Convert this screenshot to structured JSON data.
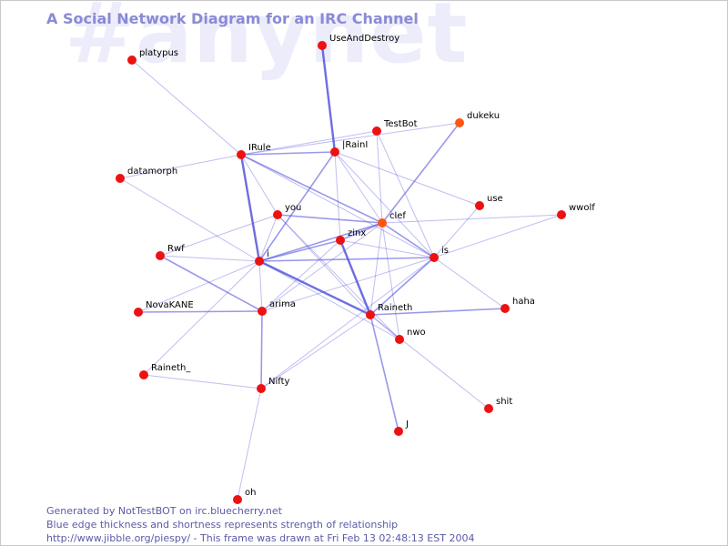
{
  "watermark": "#anynet",
  "title": "A Social Network Diagram for an IRC Channel",
  "footer": {
    "line1": "Generated by NotTestBOT on irc.bluecherry.net",
    "line2": "Blue edge thickness and shortness represents strength of relationship",
    "line3": "http://www.jibble.org/piespy/ - This frame was drawn at Fri Feb 13 02:48:13 EST 2004"
  },
  "colors": {
    "node": "#ee1111",
    "node_recent": "#ff5511",
    "edge": "#5555dd"
  },
  "nodes": [
    {
      "id": "UseAndDestroy",
      "label": "UseAndDestroy"
    },
    {
      "id": "platypus",
      "label": "platypus"
    },
    {
      "id": "TestBot",
      "label": "TestBot"
    },
    {
      "id": "dukeku",
      "label": "dukeku",
      "recent": true
    },
    {
      "id": "IRule",
      "label": "IRule"
    },
    {
      "id": "IRainI",
      "label": "|RainI"
    },
    {
      "id": "datamorph",
      "label": "datamorph"
    },
    {
      "id": "use",
      "label": "use"
    },
    {
      "id": "wwolf",
      "label": "wwolf"
    },
    {
      "id": "you",
      "label": "you"
    },
    {
      "id": "clef",
      "label": "clef",
      "recent": true
    },
    {
      "id": "zinx",
      "label": "zinx"
    },
    {
      "id": "Rwf",
      "label": "Rwf"
    },
    {
      "id": "is",
      "label": "is"
    },
    {
      "id": "i",
      "label": "i"
    },
    {
      "id": "NovaKANE",
      "label": "NovaKANE"
    },
    {
      "id": "arima",
      "label": "arima"
    },
    {
      "id": "Raineth",
      "label": "Raineth"
    },
    {
      "id": "haha",
      "label": "haha"
    },
    {
      "id": "nwo",
      "label": "nwo"
    },
    {
      "id": "Raineth_",
      "label": "Raineth_"
    },
    {
      "id": "Nifty",
      "label": "Nifty"
    },
    {
      "id": "shit",
      "label": "shit"
    },
    {
      "id": "J",
      "label": "J"
    },
    {
      "id": "oh",
      "label": "oh"
    }
  ],
  "edges": [
    {
      "from": "UseAndDestroy",
      "to": "IRainI",
      "strength": 3
    },
    {
      "from": "platypus",
      "to": "IRule",
      "strength": 1
    },
    {
      "from": "TestBot",
      "to": "IRule",
      "strength": 1
    },
    {
      "from": "TestBot",
      "to": "clef",
      "strength": 1
    },
    {
      "from": "TestBot",
      "to": "is",
      "strength": 1
    },
    {
      "from": "dukeku",
      "to": "IRule",
      "strength": 1
    },
    {
      "from": "dukeku",
      "to": "clef",
      "strength": 2
    },
    {
      "from": "IRule",
      "to": "IRainI",
      "strength": 2
    },
    {
      "from": "IRule",
      "to": "i",
      "strength": 3
    },
    {
      "from": "IRule",
      "to": "clef",
      "strength": 2
    },
    {
      "from": "IRule",
      "to": "datamorph",
      "strength": 1
    },
    {
      "from": "IRule",
      "to": "you",
      "strength": 1
    },
    {
      "from": "IRule",
      "to": "is",
      "strength": 1
    },
    {
      "from": "IRainI",
      "to": "i",
      "strength": 2
    },
    {
      "from": "IRainI",
      "to": "zinx",
      "strength": 1
    },
    {
      "from": "IRainI",
      "to": "use",
      "strength": 1
    },
    {
      "from": "IRainI",
      "to": "is",
      "strength": 1
    },
    {
      "from": "IRainI",
      "to": "clef",
      "strength": 1
    },
    {
      "from": "datamorph",
      "to": "i",
      "strength": 1
    },
    {
      "from": "you",
      "to": "clef",
      "strength": 2
    },
    {
      "from": "you",
      "to": "Raineth",
      "strength": 1
    },
    {
      "from": "you",
      "to": "Rwf",
      "strength": 1
    },
    {
      "from": "you",
      "to": "nwo",
      "strength": 1
    },
    {
      "from": "clef",
      "to": "i",
      "strength": 2
    },
    {
      "from": "clef",
      "to": "is",
      "strength": 2
    },
    {
      "from": "clef",
      "to": "wwolf",
      "strength": 1
    },
    {
      "from": "clef",
      "to": "arima",
      "strength": 1
    },
    {
      "from": "clef",
      "to": "Raineth",
      "strength": 1
    },
    {
      "from": "clef",
      "to": "nwo",
      "strength": 1
    },
    {
      "from": "clef",
      "to": "zinx",
      "strength": 2
    },
    {
      "from": "zinx",
      "to": "i",
      "strength": 2
    },
    {
      "from": "zinx",
      "to": "Raineth",
      "strength": 3
    },
    {
      "from": "zinx",
      "to": "is",
      "strength": 1
    },
    {
      "from": "zinx",
      "to": "arima",
      "strength": 1
    },
    {
      "from": "i",
      "to": "Raineth",
      "strength": 3
    },
    {
      "from": "i",
      "to": "Rwf",
      "strength": 1
    },
    {
      "from": "i",
      "to": "arima",
      "strength": 1
    },
    {
      "from": "i",
      "to": "NovaKANE",
      "strength": 1
    },
    {
      "from": "i",
      "to": "Raineth_",
      "strength": 1
    },
    {
      "from": "i",
      "to": "nwo",
      "strength": 1
    },
    {
      "from": "i",
      "to": "is",
      "strength": 2
    },
    {
      "from": "Rwf",
      "to": "arima",
      "strength": 2
    },
    {
      "from": "arima",
      "to": "NovaKANE",
      "strength": 2
    },
    {
      "from": "arima",
      "to": "Nifty",
      "strength": 2
    },
    {
      "from": "arima",
      "to": "is",
      "strength": 1
    },
    {
      "from": "is",
      "to": "use",
      "strength": 1
    },
    {
      "from": "is",
      "to": "Raineth",
      "strength": 2
    },
    {
      "from": "is",
      "to": "haha",
      "strength": 1
    },
    {
      "from": "is",
      "to": "Nifty",
      "strength": 1
    },
    {
      "from": "is",
      "to": "wwolf",
      "strength": 1
    },
    {
      "from": "Raineth",
      "to": "haha",
      "strength": 2
    },
    {
      "from": "Raineth",
      "to": "nwo",
      "strength": 1
    },
    {
      "from": "Raineth",
      "to": "J",
      "strength": 2
    },
    {
      "from": "Raineth",
      "to": "shit",
      "strength": 1
    },
    {
      "from": "Raineth",
      "to": "Nifty",
      "strength": 1
    },
    {
      "from": "Raineth_",
      "to": "Nifty",
      "strength": 1
    },
    {
      "from": "Nifty",
      "to": "oh",
      "strength": 1
    },
    {
      "from": "you",
      "to": "i",
      "strength": 1
    }
  ]
}
